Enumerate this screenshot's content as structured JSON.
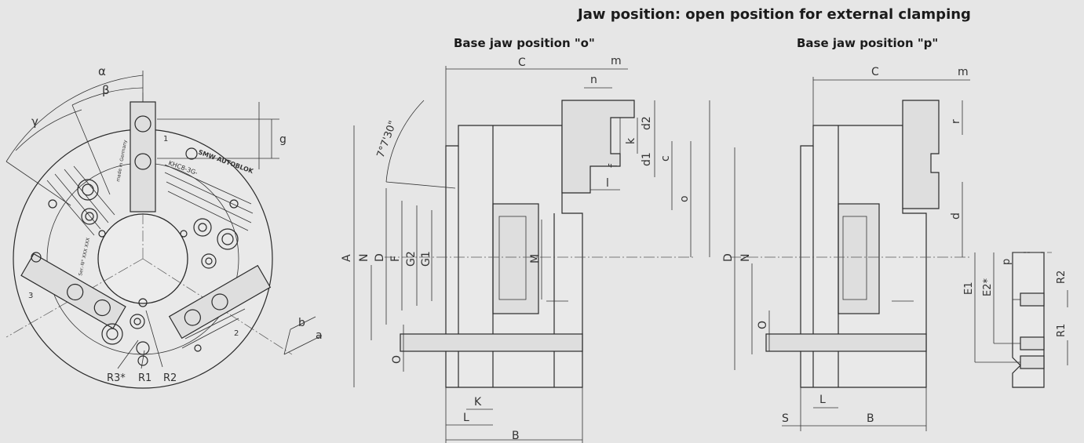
{
  "titles": {
    "main": "Jaw position: open position for external clamping",
    "left": "Base jaw position \"o\"",
    "right": "Base jaw position \"p\""
  },
  "chuck_front_view": {
    "angle_labels": [
      "α",
      "β",
      "γ"
    ],
    "radius_labels": [
      "R3*",
      "R1",
      "R2"
    ],
    "dim_labels": [
      "g",
      "b",
      "a"
    ],
    "engraving": {
      "brand": "SMW AUTOBLOK",
      "model": "KHC8-3G-",
      "origin": "made in Germany",
      "serial": "Ser.-N° XXX XXX",
      "jaw_numbers": [
        "1",
        "2",
        "3"
      ]
    }
  },
  "side_view_o": {
    "angle": "7°7'30\"",
    "diameter_labels": [
      "A",
      "N",
      "D",
      "F",
      "G2",
      "G1",
      "M"
    ],
    "labels": [
      "C",
      "m",
      "n",
      "d2",
      "k",
      "d1",
      "f",
      "l",
      "c",
      "o",
      "O",
      "K",
      "L",
      "B"
    ]
  },
  "side_view_p": {
    "diameter_labels": [
      "D",
      "N"
    ],
    "labels": [
      "C",
      "m",
      "r",
      "d",
      "O",
      "S",
      "L",
      "B"
    ]
  },
  "jaw_detail": {
    "labels": [
      "p",
      "E1",
      "E2*",
      "R2",
      "R1"
    ]
  }
}
